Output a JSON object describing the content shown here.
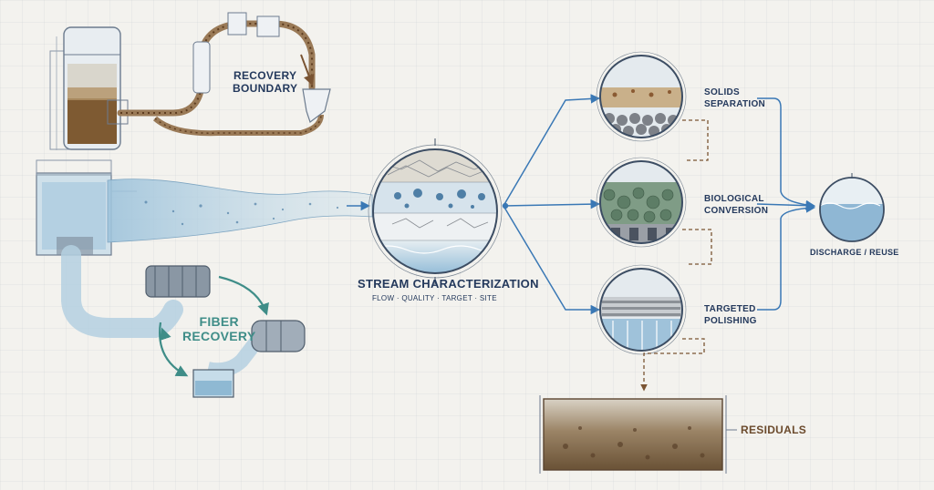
{
  "labels": {
    "recovery_boundary_1": "RECOVERY",
    "recovery_boundary_2": "BOUNDARY",
    "fiber_recovery_1": "FIBER",
    "fiber_recovery_2": "RECOVERY",
    "stream_title": "STREAM CHARACTERIZATION",
    "stream_sub": "FLOW · QUALITY · TARGET · SITE",
    "solids_1": "SOLIDS",
    "solids_2": "SEPARATION",
    "bio_1": "BIOLOGICAL",
    "bio_2": "CONVERSION",
    "polish_1": "TARGETED",
    "polish_2": "POLISHING",
    "discharge": "DISCHARGE / REUSE",
    "residuals": "RESIDUALS"
  },
  "colors": {
    "navy": "#24395c",
    "teal": "#3f8d88",
    "flow_blue": "#3a78b5",
    "brown": "#6b4a2c",
    "water": "#a9cbe0",
    "sludge": "#8a6a4a"
  },
  "icons": [
    "reactor-tank-icon",
    "cyclone-separator-icon",
    "drum-filter-icon",
    "settling-basin-icon",
    "inspection-lens-icon"
  ]
}
